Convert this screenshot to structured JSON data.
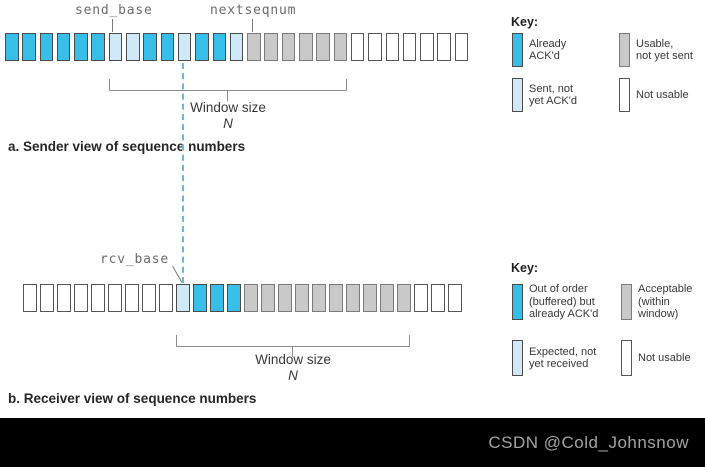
{
  "colors": {
    "cyan": "#38bfe9",
    "lightblue": "#cfe9f8",
    "gray": "#c9c9c9",
    "white": "#ffffff"
  },
  "diagram": {
    "sender": {
      "send_base_label": "send_base",
      "nextseqnum_label": "nextseqnum",
      "window_size_label": "Window size",
      "window_size_n": "N",
      "caption": "a. Sender view of sequence numbers",
      "boxes": [
        "cyan",
        "cyan",
        "cyan",
        "cyan",
        "cyan",
        "cyan",
        "lightblue",
        "lightblue",
        "cyan",
        "cyan",
        "lightblue",
        "cyan",
        "cyan",
        "lightblue",
        "gray",
        "gray",
        "gray",
        "gray",
        "gray",
        "gray",
        "white",
        "white",
        "white",
        "white",
        "white",
        "white",
        "white"
      ]
    },
    "receiver": {
      "rcv_base_label": "rcv_base",
      "window_size_label": "Window size",
      "window_size_n": "N",
      "caption": "b. Receiver view of sequence numbers",
      "boxes": [
        "white",
        "white",
        "white",
        "white",
        "white",
        "white",
        "white",
        "white",
        "white",
        "lightblue",
        "cyan",
        "cyan",
        "cyan",
        "gray",
        "gray",
        "gray",
        "gray",
        "gray",
        "gray",
        "gray",
        "gray",
        "gray",
        "gray",
        "white",
        "white",
        "white"
      ]
    },
    "sender_key": {
      "title": "Key:",
      "items": [
        {
          "type": "cyan",
          "label": "Already\nACK'd"
        },
        {
          "type": "gray",
          "label": "Usable,\nnot yet sent"
        },
        {
          "type": "lightblue",
          "label": "Sent, not\nyet ACK'd"
        },
        {
          "type": "white",
          "label": "Not usable"
        }
      ]
    },
    "receiver_key": {
      "title": "Key:",
      "items": [
        {
          "type": "cyan",
          "label": "Out of order\n(buffered) but\nalready ACK'd"
        },
        {
          "type": "gray",
          "label": "Acceptable\n(within\nwindow)"
        },
        {
          "type": "lightblue",
          "label": "Expected, not\nyet received"
        },
        {
          "type": "white",
          "label": "Not usable"
        }
      ]
    }
  },
  "watermark": "CSDN @Cold_Johnsnow"
}
